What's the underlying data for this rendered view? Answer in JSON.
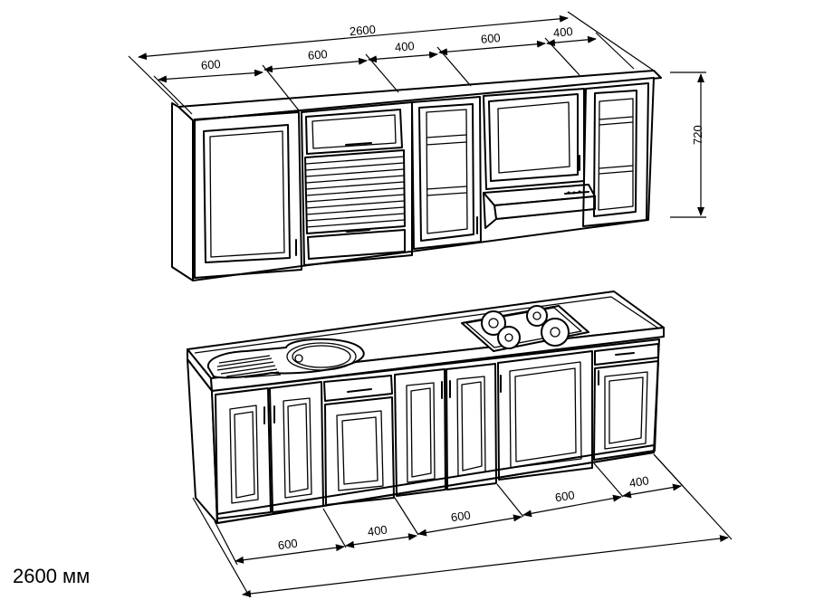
{
  "upper_dimensions": {
    "total": "2600",
    "seg1": "600",
    "seg2": "600",
    "seg3": "400",
    "seg4": "600",
    "seg5": "400",
    "height": "720"
  },
  "lower_dimensions": {
    "seg1": "600",
    "seg2": "400",
    "seg3": "600",
    "seg4": "600",
    "seg5": "400"
  },
  "caption": "2600 мм"
}
